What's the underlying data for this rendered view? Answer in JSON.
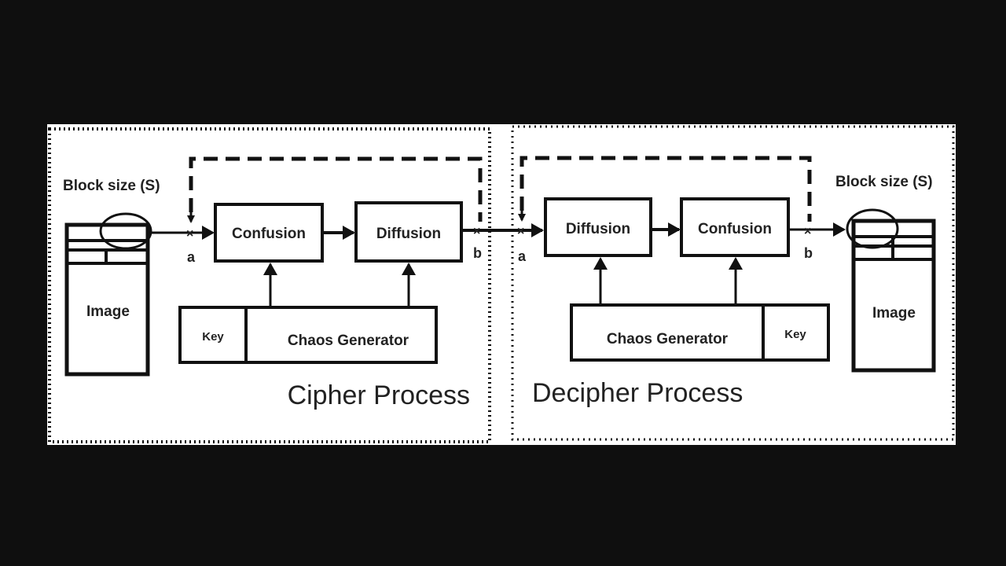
{
  "diagram": {
    "cipher": {
      "title": "Cipher Process",
      "block_size_label": "Block size (S)",
      "image_label": "Image",
      "stage1": "Confusion",
      "stage2": "Diffusion",
      "key_label": "Key",
      "generator_label": "Chaos Generator",
      "point_in": "a",
      "point_out": "b"
    },
    "decipher": {
      "title": "Decipher Process",
      "block_size_label": "Block size (S)",
      "image_label": "Image",
      "stage1": "Diffusion",
      "stage2": "Confusion",
      "key_label": "Key",
      "generator_label": "Chaos Generator",
      "point_in": "a",
      "point_out": "b"
    },
    "colors": {
      "background": "#0f0f0f",
      "canvas": "#ffffff",
      "stroke": "#111111"
    }
  }
}
